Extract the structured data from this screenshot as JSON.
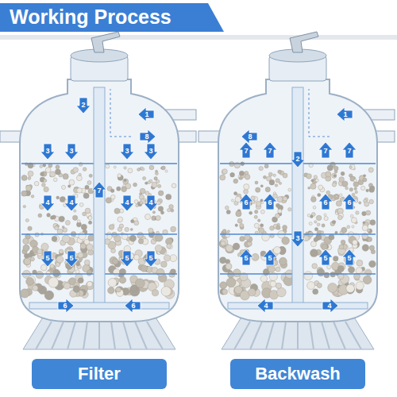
{
  "diagram": {
    "title": "Working Process",
    "nodes": [
      {
        "text": [
          "Filter"
        ]
      },
      {
        "text": [
          "Backwash"
        ]
      }
    ],
    "labels": [
      "1",
      "2",
      "3",
      "3",
      "3",
      "3",
      "4",
      "4",
      "4",
      "4",
      "5",
      "5",
      "5",
      "5",
      "6",
      "6",
      "7",
      "8",
      "1",
      "2",
      "3",
      "4",
      "4",
      "5",
      "5",
      "5",
      "5",
      "6",
      "6",
      "6",
      "6",
      "7",
      "7",
      "7",
      "7",
      "8"
    ]
  }
}
